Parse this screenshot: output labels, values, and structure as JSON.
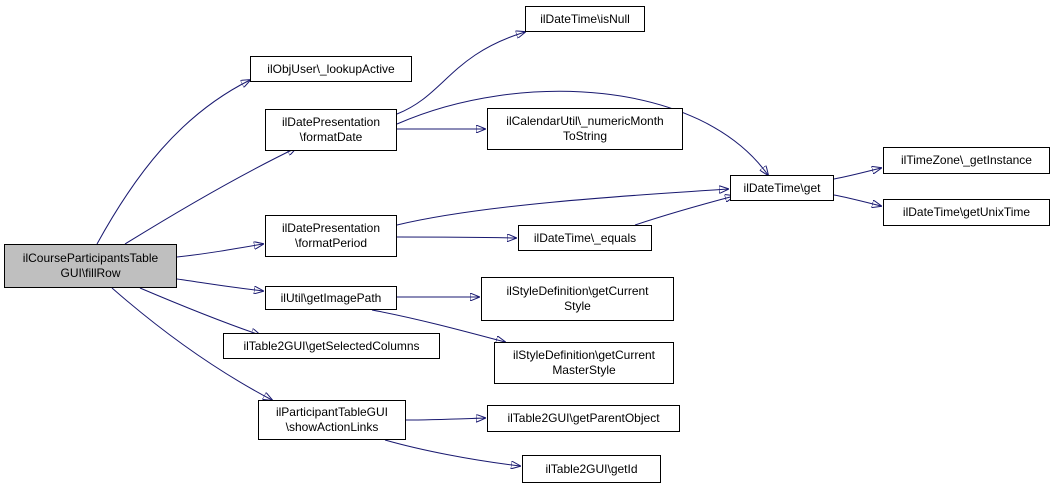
{
  "graph": {
    "edge_color": "#191970",
    "root_color": "#bfbfbf",
    "nodes": [
      {
        "id": "root",
        "lines": [
          "ilCourseParticipantsTable",
          "GUI\\fillRow"
        ]
      },
      {
        "id": "lookupActive",
        "lines": [
          "ilObjUser\\_lookupActive"
        ]
      },
      {
        "id": "formatDate",
        "lines": [
          "ilDatePresentation",
          "\\formatDate"
        ]
      },
      {
        "id": "formatPeriod",
        "lines": [
          "ilDatePresentation",
          "\\formatPeriod"
        ]
      },
      {
        "id": "getImagePath",
        "lines": [
          "ilUtil\\getImagePath"
        ]
      },
      {
        "id": "getSelectedColumns",
        "lines": [
          "ilTable2GUI\\getSelectedColumns"
        ]
      },
      {
        "id": "showActionLinks",
        "lines": [
          "ilParticipantTableGUI",
          "\\showActionLinks"
        ]
      },
      {
        "id": "isNull",
        "lines": [
          "ilDateTime\\isNull"
        ]
      },
      {
        "id": "numericMonth",
        "lines": [
          "ilCalendarUtil\\_numericMonth",
          "ToString"
        ]
      },
      {
        "id": "dtGet",
        "lines": [
          "ilDateTime\\get"
        ]
      },
      {
        "id": "equals",
        "lines": [
          "ilDateTime\\_equals"
        ]
      },
      {
        "id": "getCurrentStyle",
        "lines": [
          "ilStyleDefinition\\getCurrent",
          "Style"
        ]
      },
      {
        "id": "getCurrentMasterStyle",
        "lines": [
          "ilStyleDefinition\\getCurrent",
          "MasterStyle"
        ]
      },
      {
        "id": "getParentObject",
        "lines": [
          "ilTable2GUI\\getParentObject"
        ]
      },
      {
        "id": "getId",
        "lines": [
          "ilTable2GUI\\getId"
        ]
      },
      {
        "id": "getInstance",
        "lines": [
          "ilTimeZone\\_getInstance"
        ]
      },
      {
        "id": "getUnixTime",
        "lines": [
          "ilDateTime\\getUnixTime"
        ]
      }
    ],
    "edges": [
      [
        "root",
        "lookupActive"
      ],
      [
        "root",
        "formatDate"
      ],
      [
        "root",
        "formatPeriod"
      ],
      [
        "root",
        "getImagePath"
      ],
      [
        "root",
        "getSelectedColumns"
      ],
      [
        "root",
        "showActionLinks"
      ],
      [
        "formatDate",
        "isNull"
      ],
      [
        "formatDate",
        "numericMonth"
      ],
      [
        "formatDate",
        "dtGet"
      ],
      [
        "formatPeriod",
        "dtGet"
      ],
      [
        "formatPeriod",
        "equals"
      ],
      [
        "equals",
        "dtGet"
      ],
      [
        "getImagePath",
        "getCurrentStyle"
      ],
      [
        "getImagePath",
        "getCurrentMasterStyle"
      ],
      [
        "showActionLinks",
        "getParentObject"
      ],
      [
        "showActionLinks",
        "getId"
      ],
      [
        "dtGet",
        "getInstance"
      ],
      [
        "dtGet",
        "getUnixTime"
      ]
    ]
  }
}
